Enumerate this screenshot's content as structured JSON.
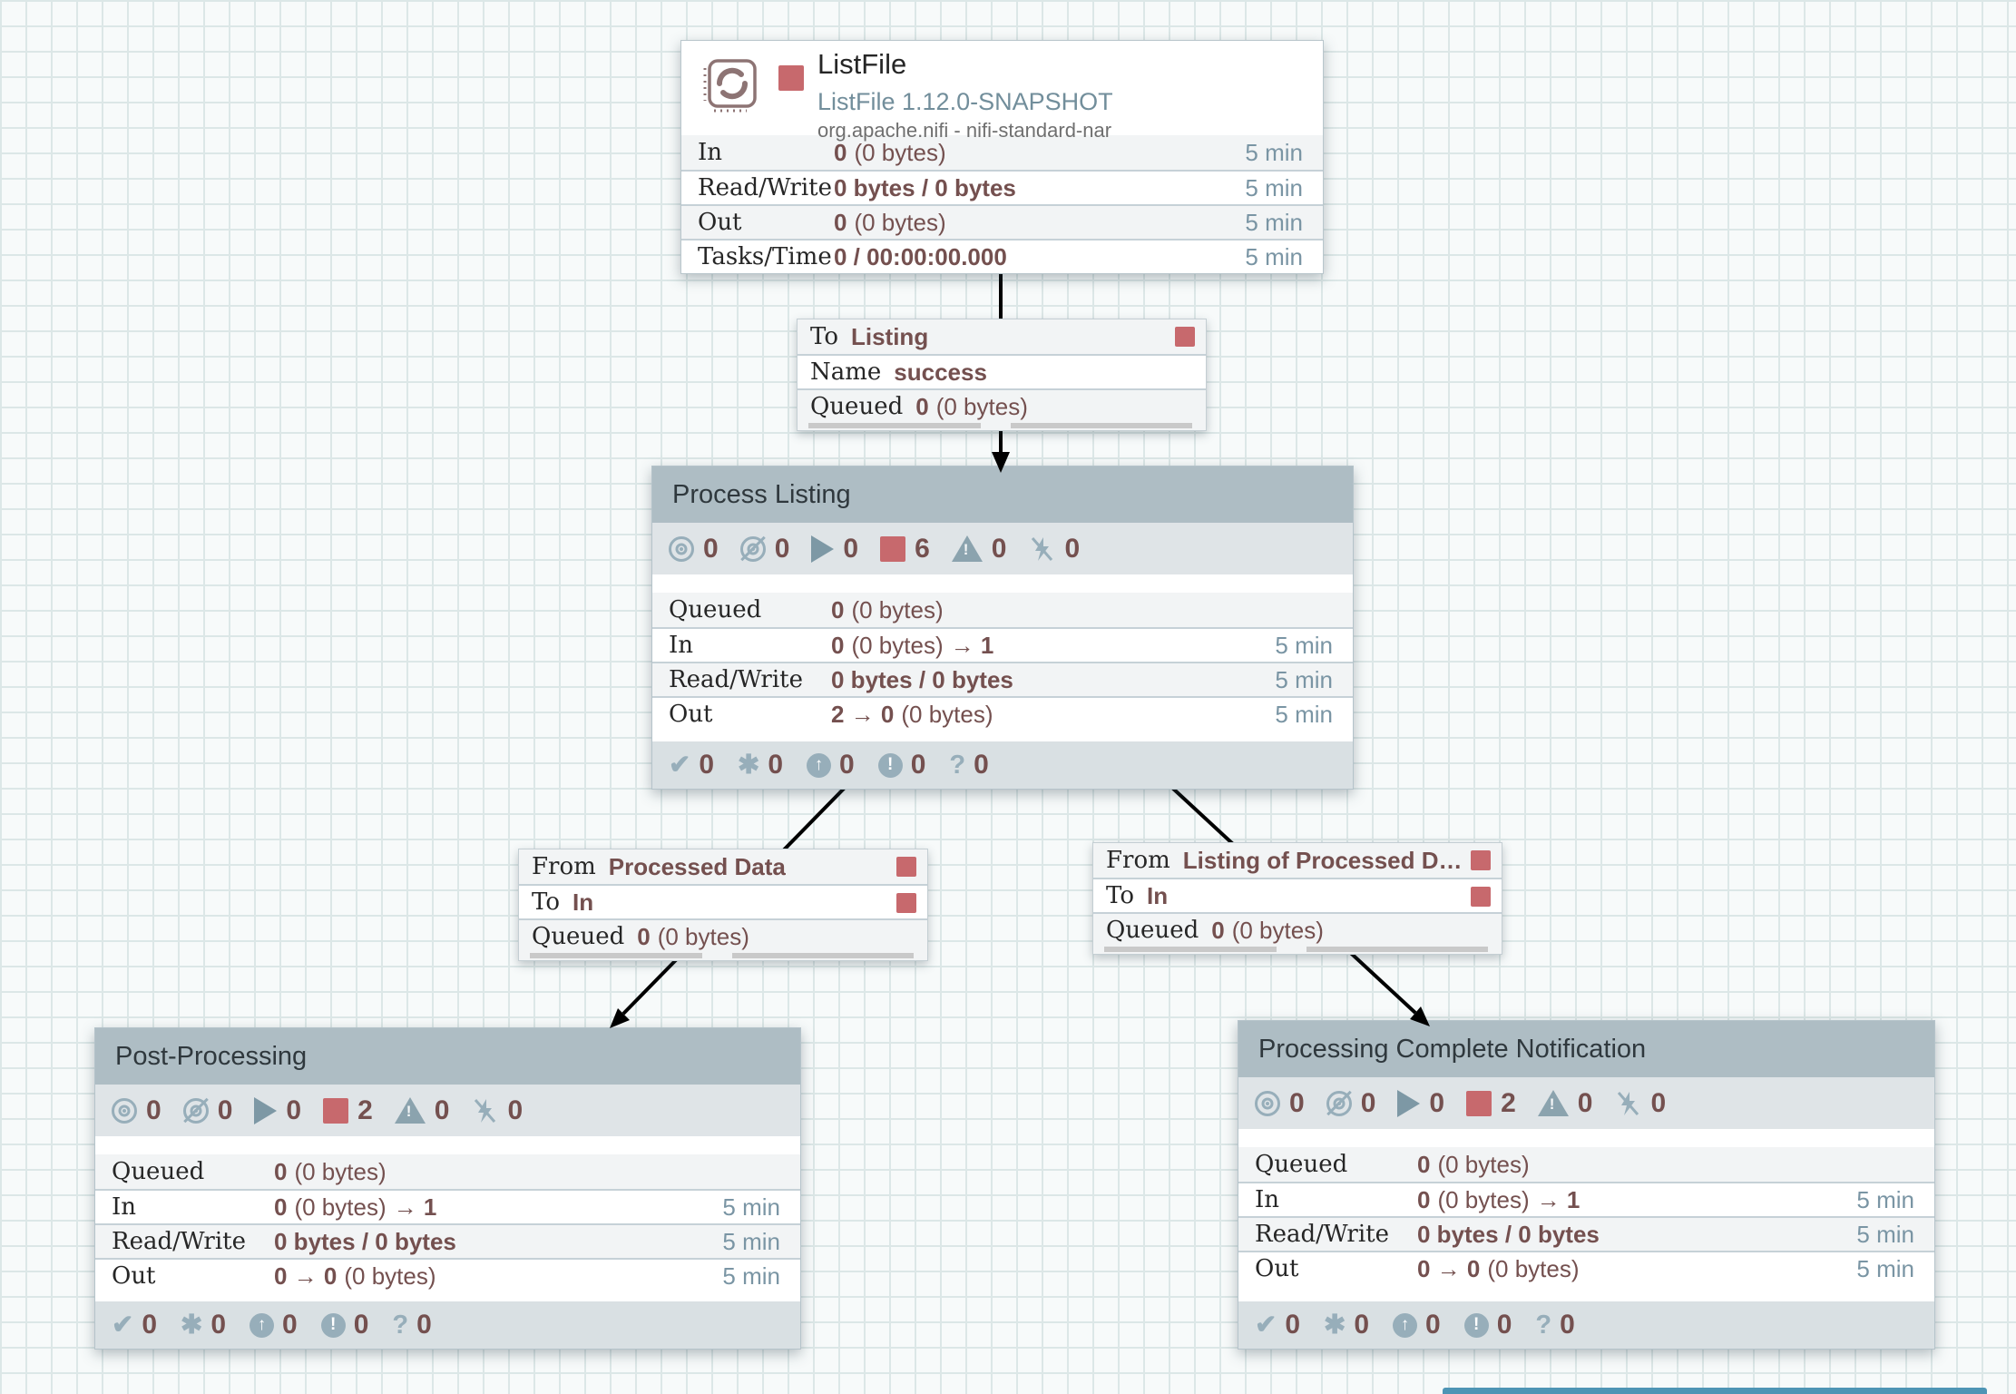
{
  "colors": {
    "stopped_red": "#c7696d",
    "value_maroon": "#74504f",
    "window_blue": "#7a95a4",
    "type_blue": "#728e9b",
    "group_header": "#aebdc4",
    "icon_blue_gray": "#97aeba"
  },
  "icons": {
    "check": "✔",
    "asterisk": "✱",
    "up_arrow": "↑",
    "exclamation": "!",
    "question": "?"
  },
  "processor_listfile": {
    "title": "ListFile",
    "type": "ListFile 1.12.0-SNAPSHOT",
    "bundle": "org.apache.nifi - nifi-standard-nar",
    "stats": [
      {
        "label": "In",
        "bold": "0",
        "reg": "(0 bytes)",
        "bold2": "",
        "window": "5 min"
      },
      {
        "label": "Read/Write",
        "bold": "0 bytes / 0 bytes",
        "reg": "",
        "bold2": "",
        "window": "5 min"
      },
      {
        "label": "Out",
        "bold": "0",
        "reg": "(0 bytes)",
        "bold2": "",
        "window": "5 min"
      },
      {
        "label": "Tasks/Time",
        "bold": "0 / 00:00:00.000",
        "reg": "",
        "bold2": "",
        "window": "5 min"
      }
    ]
  },
  "connection_success": {
    "to_label": "To",
    "to_value": "Listing",
    "name_label": "Name",
    "name_value": "success",
    "queued_label": "Queued",
    "queued_bold": "0",
    "queued_reg": "(0 bytes)"
  },
  "connection_processed_data": {
    "from_label": "From",
    "from_value": "Processed Data",
    "to_label": "To",
    "to_value": "In",
    "queued_label": "Queued",
    "queued_bold": "0",
    "queued_reg": "(0 bytes)"
  },
  "connection_listing_processed": {
    "from_label": "From",
    "from_value": "Listing of Processed D…",
    "to_label": "To",
    "to_value": "In",
    "queued_label": "Queued",
    "queued_bold": "0",
    "queued_reg": "(0 bytes)"
  },
  "group_process_listing": {
    "title": "Process Listing",
    "badges": {
      "transmitting": "0",
      "not_transmitting": "0",
      "running": "0",
      "stopped": "6",
      "invalid": "0",
      "disabled": "0"
    },
    "stats": [
      {
        "label": "Queued",
        "bold": "0",
        "reg": "(0 bytes)",
        "bold2": "",
        "window": ""
      },
      {
        "label": "In",
        "bold": "0",
        "reg": "(0 bytes)",
        "bold2": "→ 1",
        "window": "5 min"
      },
      {
        "label": "Read/Write",
        "bold": "0 bytes / 0 bytes",
        "reg": "",
        "bold2": "",
        "window": "5 min"
      },
      {
        "label": "Out",
        "bold": "2 → 0",
        "reg": "(0 bytes)",
        "bold2": "",
        "window": "5 min"
      }
    ],
    "versions": {
      "up_to_date": "0",
      "locally_modified": "0",
      "stale": "0",
      "locally_modified_stale": "0",
      "sync_failure": "0"
    }
  },
  "group_post_processing": {
    "title": "Post-Processing",
    "badges": {
      "transmitting": "0",
      "not_transmitting": "0",
      "running": "0",
      "stopped": "2",
      "invalid": "0",
      "disabled": "0"
    },
    "stats": [
      {
        "label": "Queued",
        "bold": "0",
        "reg": "(0 bytes)",
        "bold2": "",
        "window": ""
      },
      {
        "label": "In",
        "bold": "0",
        "reg": "(0 bytes)",
        "bold2": "→ 1",
        "window": "5 min"
      },
      {
        "label": "Read/Write",
        "bold": "0 bytes / 0 bytes",
        "reg": "",
        "bold2": "",
        "window": "5 min"
      },
      {
        "label": "Out",
        "bold": "0 → 0",
        "reg": "(0 bytes)",
        "bold2": "",
        "window": "5 min"
      }
    ],
    "versions": {
      "up_to_date": "0",
      "locally_modified": "0",
      "stale": "0",
      "locally_modified_stale": "0",
      "sync_failure": "0"
    }
  },
  "group_processing_complete": {
    "title": "Processing Complete Notification",
    "badges": {
      "transmitting": "0",
      "not_transmitting": "0",
      "running": "0",
      "stopped": "2",
      "invalid": "0",
      "disabled": "0"
    },
    "stats": [
      {
        "label": "Queued",
        "bold": "0",
        "reg": "(0 bytes)",
        "bold2": "",
        "window": ""
      },
      {
        "label": "In",
        "bold": "0",
        "reg": "(0 bytes)",
        "bold2": "→ 1",
        "window": "5 min"
      },
      {
        "label": "Read/Write",
        "bold": "0 bytes / 0 bytes",
        "reg": "",
        "bold2": "",
        "window": "5 min"
      },
      {
        "label": "Out",
        "bold": "0 → 0",
        "reg": "(0 bytes)",
        "bold2": "",
        "window": "5 min"
      }
    ],
    "versions": {
      "up_to_date": "0",
      "locally_modified": "0",
      "stale": "0",
      "locally_modified_stale": "0",
      "sync_failure": "0"
    }
  }
}
